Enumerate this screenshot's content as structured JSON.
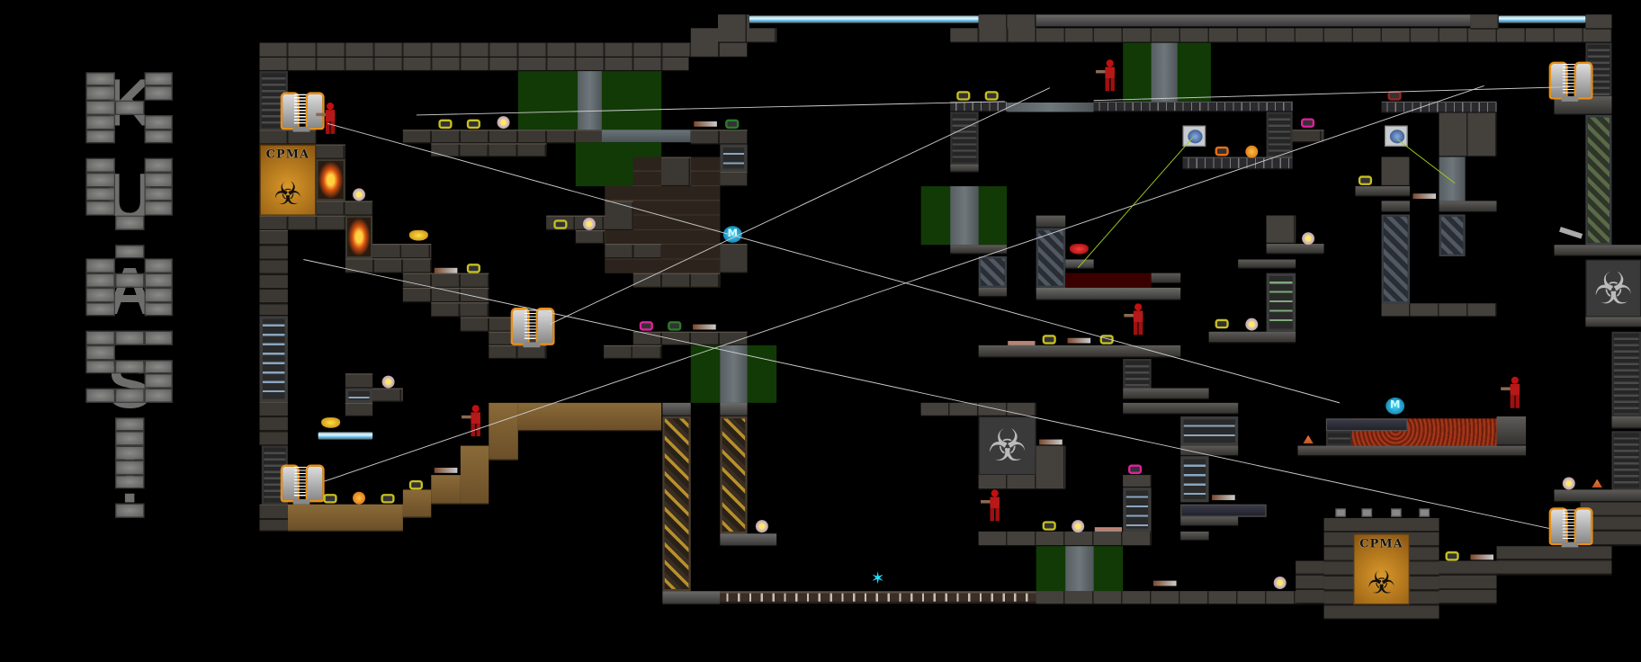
{
  "map": {
    "side_lettering": "KUAS!",
    "logo_sign_top_left": "CPMA",
    "logo_sign_bottom_right": "CPMA",
    "megahealth_label": "M",
    "biohazard_symbol": "☣",
    "icons": [
      "teleporter-icon",
      "player-icon",
      "yellow-armor-icon",
      "health-icon",
      "megahealth-icon",
      "weapon-icon",
      "quad-icon",
      "jump-pad-icon"
    ]
  },
  "colors": {
    "background": "#000000",
    "liquid_green": "#123a06",
    "lava": "#a4361a",
    "trajectory_line": "#cccccc",
    "aim_line": "#a0d020",
    "armor_yellow": "#c8c020",
    "armor_pink": "#e020a0",
    "megahealth": "#40d8ff"
  }
}
